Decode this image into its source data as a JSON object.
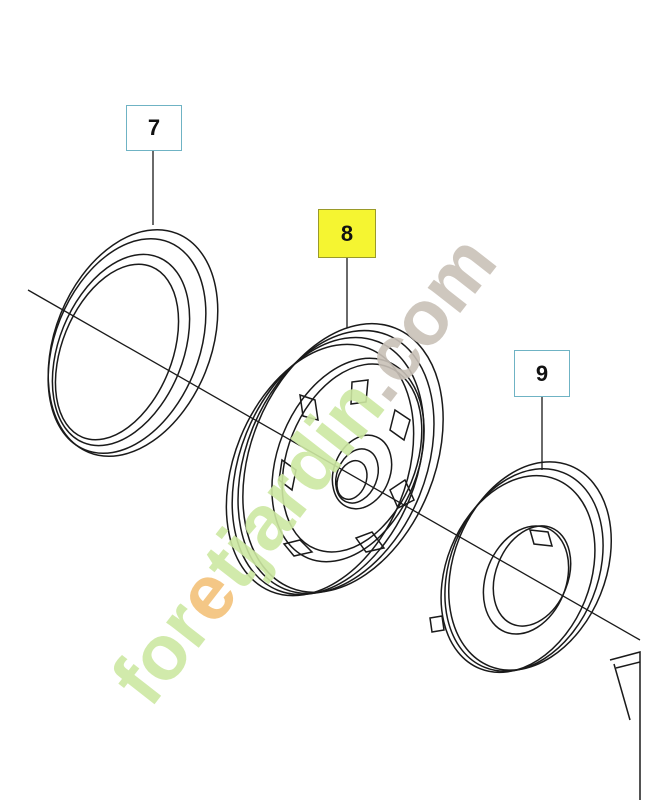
{
  "callouts": {
    "part_7": "7",
    "part_8": "8",
    "part_9": "9"
  },
  "colors": {
    "callout_border": "#6fb3c4",
    "highlight_fill": "#f5f531",
    "line": "#1a1a1a",
    "watermark_green": "#cde8a2",
    "watermark_orange": "#f3c27a",
    "watermark_grey": "#c9c1b8"
  },
  "watermark": {
    "part1": "for",
    "part2": "e",
    "part3": "tjardin",
    "part4": ".com"
  }
}
